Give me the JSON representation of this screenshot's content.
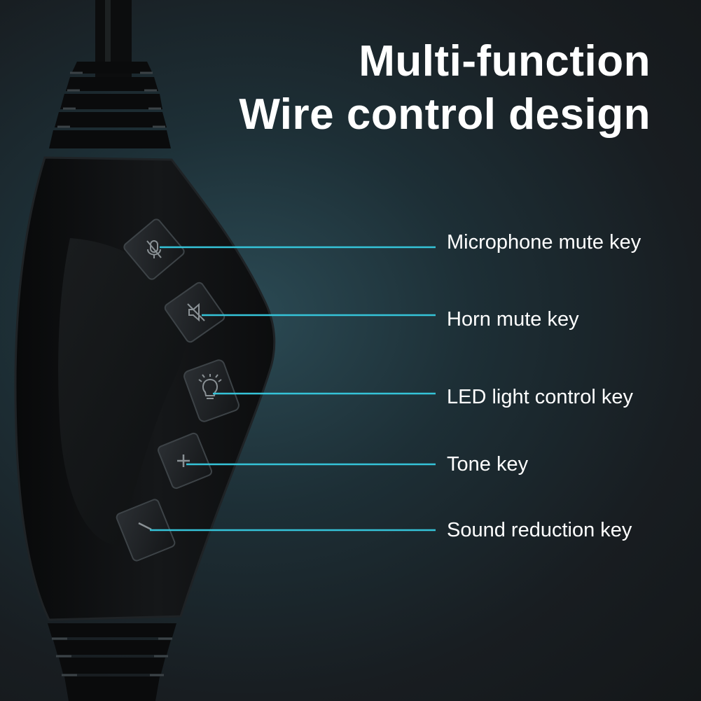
{
  "headline": {
    "line1": "Multi-function",
    "line2": "Wire control design"
  },
  "colors": {
    "callout_line": "#35c3d8",
    "text": "#ffffff",
    "body": "#101214",
    "button": "#1e2124"
  },
  "keys": [
    {
      "label": "Microphone mute key",
      "icon": "microphone-mute-icon"
    },
    {
      "label": "Horn mute key",
      "icon": "speaker-mute-icon"
    },
    {
      "label": "LED light control key",
      "icon": "lightbulb-icon"
    },
    {
      "label": "Tone key",
      "icon": "plus-icon"
    },
    {
      "label": "Sound reduction key",
      "icon": "minus-icon"
    }
  ]
}
